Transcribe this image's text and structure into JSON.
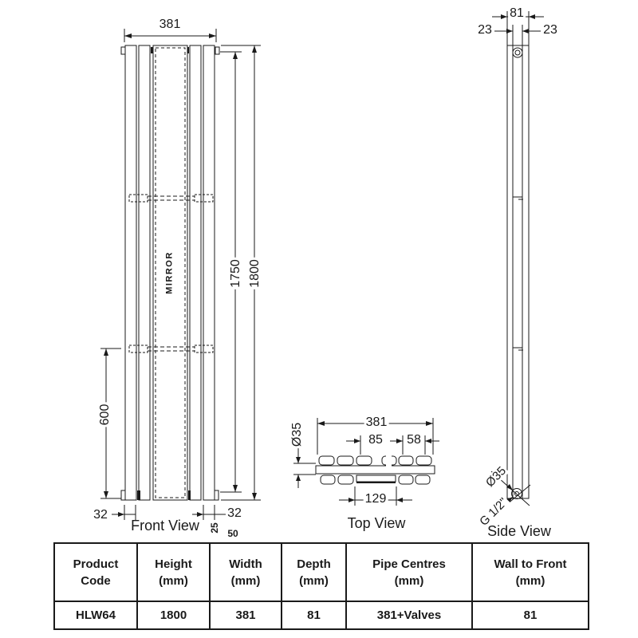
{
  "colors": {
    "ink": "#1a1a1a",
    "background": "#ffffff"
  },
  "front_view": {
    "label": "Front View",
    "width_dim": "381",
    "overall_height_dim": "1800",
    "inner_height_dim": "1750",
    "lower_bracket_dim": "600",
    "left_edge_dim": "32",
    "right_edge_dim": "32",
    "small_dim_25": "25",
    "small_dim_50": "50",
    "mirror_label": "MIRROR"
  },
  "top_view": {
    "label": "Top View",
    "width_dim": "381",
    "tube_diameter_dim": "Ø35",
    "pipe_offset_dim": "85",
    "pipe_offset2_dim": "58",
    "centre_channel_dim": "129"
  },
  "side_view": {
    "label": "Side View",
    "depth_dim": "81",
    "left_offset_dim": "23",
    "right_offset_dim": "23",
    "tube_diameter_dim": "Ø35",
    "connection_thread_dim": "G 1/2\""
  },
  "table": {
    "columns": [
      {
        "line1": "Product",
        "line2": "Code",
        "value": "HLW64"
      },
      {
        "line1": "Height",
        "line2": "(mm)",
        "value": "1800"
      },
      {
        "line1": "Width",
        "line2": "(mm)",
        "value": "381"
      },
      {
        "line1": "Depth",
        "line2": "(mm)",
        "value": "81"
      },
      {
        "line1": "Pipe Centres",
        "line2": "(mm)",
        "value": "381+Valves"
      },
      {
        "line1": "Wall to Front",
        "line2": "(mm)",
        "value": "81"
      }
    ]
  }
}
